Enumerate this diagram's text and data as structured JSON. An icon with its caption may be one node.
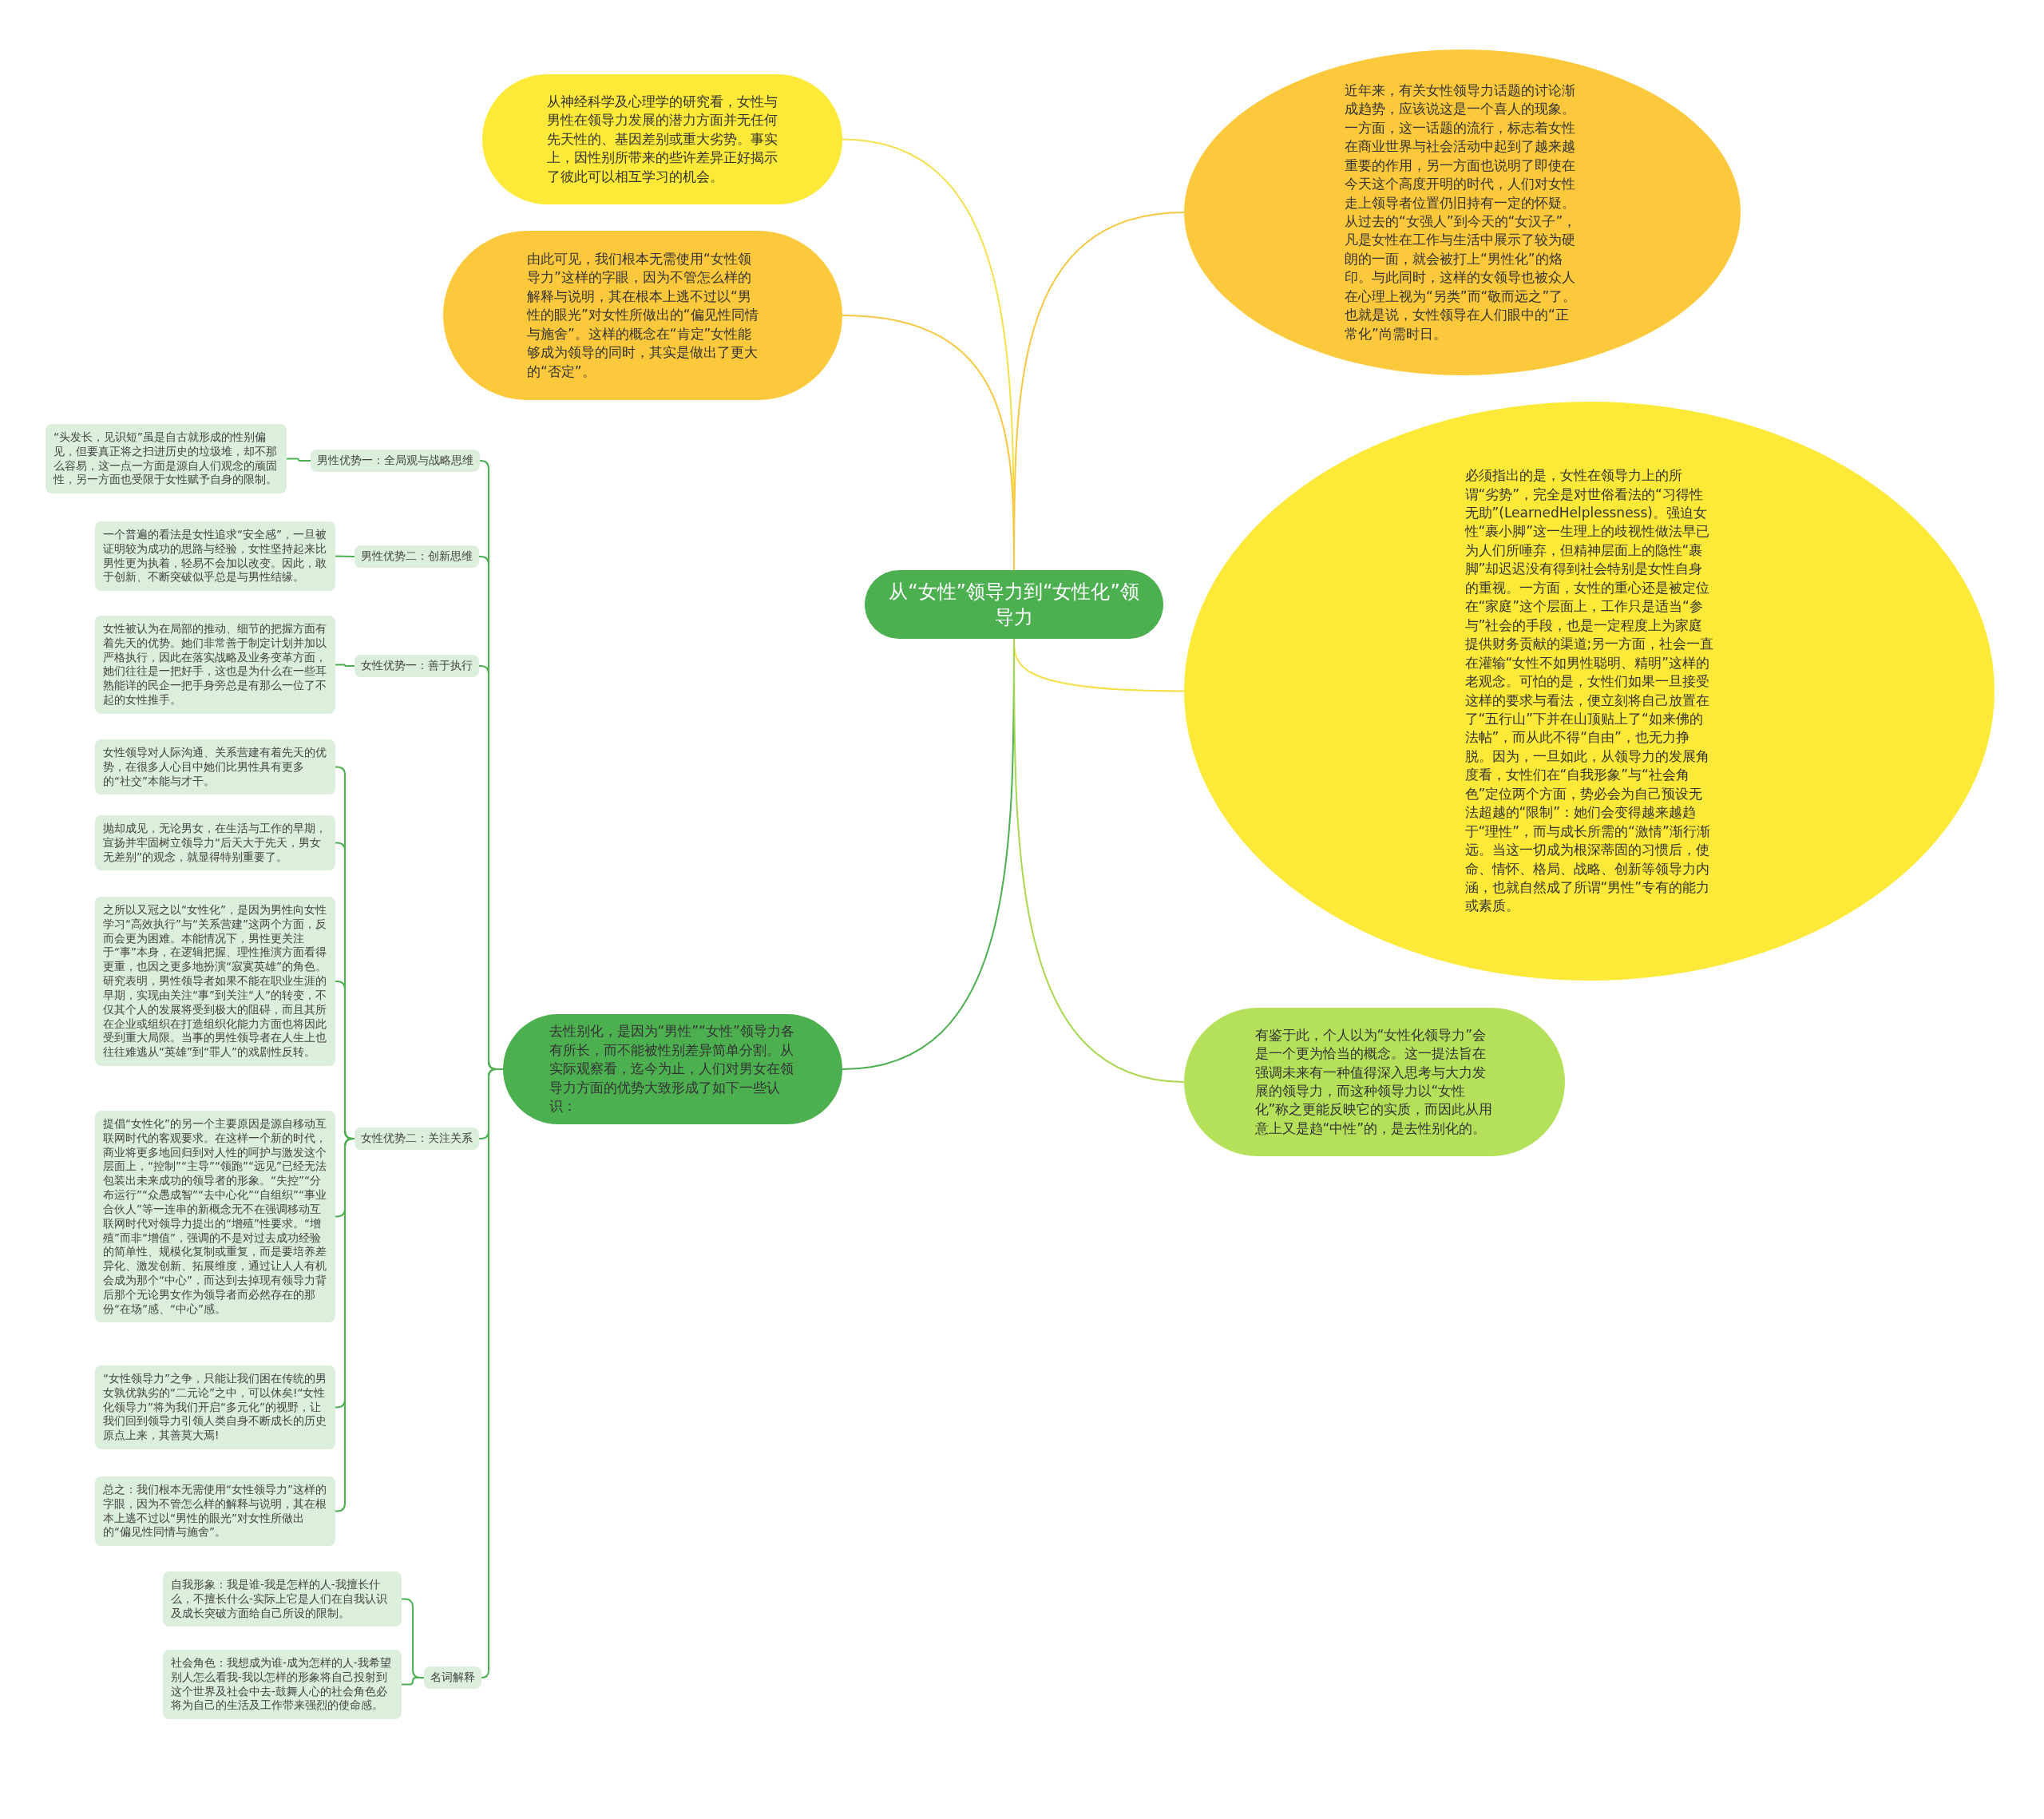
{
  "diagram": {
    "nodes": [
      {
        "text": [
          "从“女性”领导力到“女性化”领导力"
        ]
      },
      {
        "text": [
          "从神经科学及心理学的研究看，女性与男性在领导力发展的潜力方面并无任何先天性的、基因差别或重大劣势。事实上，因性别所带来的些许差异正好揭示了彼此可以相互学习的机会。"
        ]
      },
      {
        "text": [
          "由此可见，我们根本无需使用“女性领导力”这样的字眼，因为不管怎么样的解释与说明，其在根本上逃不过以“男性的眼光”对女性所做出的“偏见性同情与施舍”。这样的概念在“肯定”女性能够成为领导的同时，其实是做出了更大的“否定”。"
        ]
      },
      {
        "text": [
          "近年来，有关女性领导力话题的讨论渐成趋势，应该说这是一个喜人的现象。一方面，这一话题的流行，标志着女性在商业世界与社会活动中起到了越来越重要的作用，另一方面也说明了即使在今天这个高度开明的时代，人们对女性走上领导者位置仍旧持有一定的怀疑。从过去的“女强人”到今天的“女汉子”，凡是女性在工作与生活中展示了较为硬朗的一面，就会被打上“男性化”的烙印。与此同时，这样的女领导也被众人在心理上视为“另类”而“敬而远之”了。也就是说，女性领导在人们眼中的“正常化”尚需时日。"
        ]
      },
      {
        "text": [
          "必须指出的是，女性在领导力上的所谓“劣势”，完全是对世俗看法的“习得性无助”(LearnedHelplessness)。强迫女性“裹小脚”这一生理上的歧视性做法早已为人们所唾弃，但精神层面上的隐性“裹脚”却迟迟没有得到社会特别是女性自身的重视。一方面，女性的重心还是被定位在“家庭”这个层面上，工作只是适当“参与”社会的手段，也是一定程度上为家庭提供财务贡献的渠道;另一方面，社会一直在灌输“女性不如男性聪明、精明”这样的老观念。可怕的是，女性们如果一旦接受这样的要求与看法，便立刻将自己放置在了“五行山”下并在山顶贴上了“如来佛的法帖”，而从此不得“自由”，也无力挣脱。因为，一旦如此，从领导力的发展角度看，女性们在“自我形象”与“社会角色”定位两个方面，势必会为自己预设无法超越的“限制”：她们会变得越来越趋于“理性”，而与成长所需的“激情”渐行渐远。当这一切成为根深蒂固的习惯后，使命、情怀、格局、战略、创新等领导力内涵，也就自然成了所谓“男性”专有的能力或素质。"
        ]
      },
      {
        "text": [
          "去性别化，是因为“男性”“女性”领导力各有所长，而不能被性别差异简单分割。从实际观察看，迄今为止，人们对男女在领导力方面的优势大致形成了如下一些认识："
        ]
      },
      {
        "text": [
          "有鉴于此，个人以为“女性化领导力”会是一个更为恰当的概念。这一提法旨在强调未来有一种值得深入思考与大力发展的领导力，而这种领导力以“女性化”称之更能反映它的实质，而因此从用意上又是趋“中性”的，是去性别化的。"
        ]
      },
      {
        "text": [
          "男性优势一：全局观与战略思维"
        ]
      },
      {
        "text": [
          "“头发长，见识短”虽是自古就形成的性别偏见，但要真正将之扫进历史的垃圾堆，却不那么容易，这一点一方面是源自人们观念的顽固性，另一方面也受限于女性赋予自身的限制。"
        ]
      },
      {
        "text": [
          "男性优势二：创新思维"
        ]
      },
      {
        "text": [
          "一个普遍的看法是女性追求“安全感”，一旦被证明较为成功的思路与经验，女性坚持起来比男性更为执着，轻易不会加以改变。因此，敢于创新、不断突破似乎总是与男性结缘。"
        ]
      },
      {
        "text": [
          "女性优势一：善于执行"
        ]
      },
      {
        "text": [
          "女性被认为在局部的推动、细节的把握方面有着先天的优势。她们非常善于制定计划并加以严格执行，因此在落实战略及业务变革方面，她们往往是一把好手，这也是为什么在一些耳熟能详的民企一把手身旁总是有那么一位了不起的女性推手。"
        ]
      },
      {
        "text": [
          "女性优势二：关注关系"
        ]
      },
      {
        "text": [
          "女性领导对人际沟通、关系营建有着先天的优势，在很多人心目中她们比男性具有更多的“社交”本能与才干。"
        ]
      },
      {
        "text": [
          "抛却成见，无论男女，在生活与工作的早期，宣扬并牢固树立领导力“后天大于先天，男女无差别”的观念，就显得特别重要了。"
        ]
      },
      {
        "text": [
          "之所以又冠之以“女性化”，是因为男性向女性学习“高效执行”与“关系营建”这两个方面，反而会更为困难。本能情况下，男性更关注于“事”本身，在逻辑把握、理性推演方面看得更重，也因之更多地扮演“寂寞英雄”的角色。研究表明，男性领导者如果不能在职业生涯的早期，实现由关注“事”到关注“人”的转变，不仅其个人的发展将受到极大的阻碍，而且其所在企业或组织在打造组织化能力方面也将因此受到重大局限。当事的男性领导者在人生上也往往难逃从“英雄”到“罪人”的戏剧性反转。"
        ]
      },
      {
        "text": [
          "提倡“女性化”的另一个主要原因是源自移动互联网时代的客观要求。在这样一个新的时代，商业将更多地回归到对人性的呵护与激发这个层面上，“控制”“主导”“领跑”“远见”已经无法包装出未来成功的领导者的形象。“失控”“分布运行”“众愚成智”“去中心化”“自组织”“事业合伙人”等一连串的新概念无不在强调移动互联网时代对领导力提出的“增殖”性要求。“增殖”而非“增值”，强调的不是对过去成功经验的简单性、规模化复制或重复，而是要培养差异化、激发创新、拓展维度，通过让人人有机会成为那个“中心”，而达到去掉现有领导力背后那个无论男女作为领导者而必然存在的那份“在场”感、“中心”感。"
        ]
      },
      {
        "text": [
          "“女性领导力”之争，只能让我们困在传统的男女孰优孰劣的“二元论”之中，可以休矣!“女性化领导力”将为我们开启“多元化”的视野，让我们回到领导力引领人类自身不断成长的历史原点上来，其善莫大焉!"
        ]
      },
      {
        "text": [
          "总之：我们根本无需使用“女性领导力”这样的字眼，因为不管怎么样的解释与说明，其在根本上逃不过以“男性的眼光”对女性所做出的“偏见性同情与施舍”。"
        ]
      },
      {
        "text": [
          "名词解释"
        ]
      },
      {
        "text": [
          "自我形象：我是谁-我是怎样的人-我擅长什么，不擅长什么-实际上它是人们在自我认识及成长突破方面给自己所设的限制。"
        ]
      },
      {
        "text": [
          "社会角色：我想成为谁-成为怎样的人-我希望别人怎么看我-我以怎样的形象将自己投射到这个世界及社会中去-鼓舞人心的社会角色必将为自己的生活及工作带来强烈的使命感。"
        ]
      }
    ],
    "edges": [
      {
        "from": 0,
        "to": 1,
        "arrow": "none",
        "color": "#f5e04a"
      },
      {
        "from": 0,
        "to": 2,
        "arrow": "none",
        "color": "#f5c842"
      },
      {
        "from": 0,
        "to": 3,
        "arrow": "none",
        "color": "#f5c842"
      },
      {
        "from": 0,
        "to": 4,
        "arrow": "none",
        "color": "#f5e04a"
      },
      {
        "from": 0,
        "to": 5,
        "arrow": "none"
      },
      {
        "from": 0,
        "to": 6,
        "arrow": "none",
        "color": "#a8d84e"
      },
      {
        "from": 5,
        "to": 7,
        "arrow": "none"
      },
      {
        "from": 5,
        "to": 9,
        "arrow": "none"
      },
      {
        "from": 5,
        "to": 11,
        "arrow": "none"
      },
      {
        "from": 5,
        "to": 13,
        "arrow": "none"
      },
      {
        "from": 5,
        "to": 20,
        "arrow": "none"
      },
      {
        "from": 7,
        "to": 8,
        "arrow": "none"
      },
      {
        "from": 9,
        "to": 10,
        "arrow": "none"
      },
      {
        "from": 11,
        "to": 12,
        "arrow": "none"
      },
      {
        "from": 13,
        "to": 14,
        "arrow": "none"
      },
      {
        "from": 13,
        "to": 15,
        "arrow": "none"
      },
      {
        "from": 13,
        "to": 16,
        "arrow": "none"
      },
      {
        "from": 13,
        "to": 17,
        "arrow": "none"
      },
      {
        "from": 13,
        "to": 18,
        "arrow": "none"
      },
      {
        "from": 13,
        "to": 19,
        "arrow": "none"
      },
      {
        "from": 20,
        "to": 21,
        "arrow": "none"
      },
      {
        "from": 20,
        "to": 22,
        "arrow": "none"
      }
    ]
  }
}
